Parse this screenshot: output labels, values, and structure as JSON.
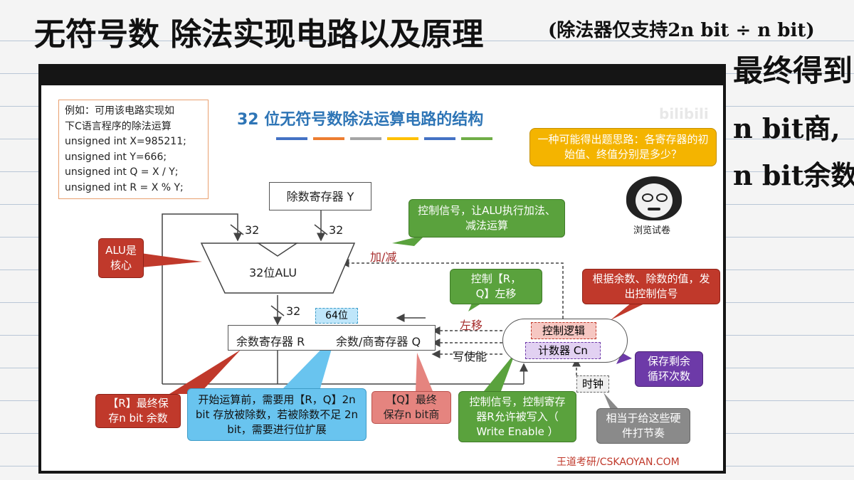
{
  "handwritten": {
    "title": "无符号数 除法实现电路以及原理",
    "note_top": "(除法器仅支持2n bit ÷ n bit)",
    "note_line1": "最终得到",
    "note_line2": "n bit商,",
    "note_line3": "n bit余数"
  },
  "slide": {
    "title": "32 位无符号数除法运算电路的结构",
    "title_color": "#2e75b6",
    "stripe_colors": [
      "#4472c4",
      "#ed7d31",
      "#a5a5a5",
      "#ffc000",
      "#4472c4",
      "#70ad47"
    ],
    "watermark": "bilibili",
    "footer": "王道考研/CSKAOYAN.COM",
    "example": {
      "line1": "例如：可用该电路实现如",
      "line2": "下C语言程序的除法运算",
      "line3": "unsigned int X=985211;",
      "line4": "unsigned int Y=666;",
      "line5": "unsigned int Q = X / Y;",
      "line6": "unsigned int R = X % Y;"
    },
    "divisor_reg": "除数寄存器 Y",
    "alu": "32位ALU",
    "remainder_reg": "余数寄存器 R",
    "quotient_reg": "余数/商寄存器 Q",
    "control_logic": "控制逻辑",
    "counter": "计数器 Cn",
    "bits_32a": "32",
    "bits_32b": "32",
    "bits_32c": "32",
    "bits_64": "64位",
    "add_sub": "加/减",
    "shift_left": "左移",
    "write_enable": "写使能",
    "clock": "时钟",
    "callouts": {
      "alu_core": "ALU是核心",
      "control_alu": "控制信号，让ALU执行加法、减法运算",
      "control_rq": "控制【R，Q】左移",
      "remainder_divisor": "根据余数、除数的值，发出控制信号",
      "question": "一种可能得出题思路：各寄存器的初始值、终值分别是多少？",
      "browse": "浏览试卷",
      "counter_save": "保存剩余循环次数",
      "r_final": "【R】最终保存n bit 余数",
      "rq_init": "开始运算前，需要用【R，Q】2n bit 存放被除数，若被除数不足 2n bit，需要进行位扩展",
      "q_final": "【Q】最终保存n bit商",
      "write_enable_desc": "控制信号，控制寄存器R允许被写入（ Write Enable ）",
      "clock_desc": "相当于给这些硬件打节奏"
    }
  }
}
